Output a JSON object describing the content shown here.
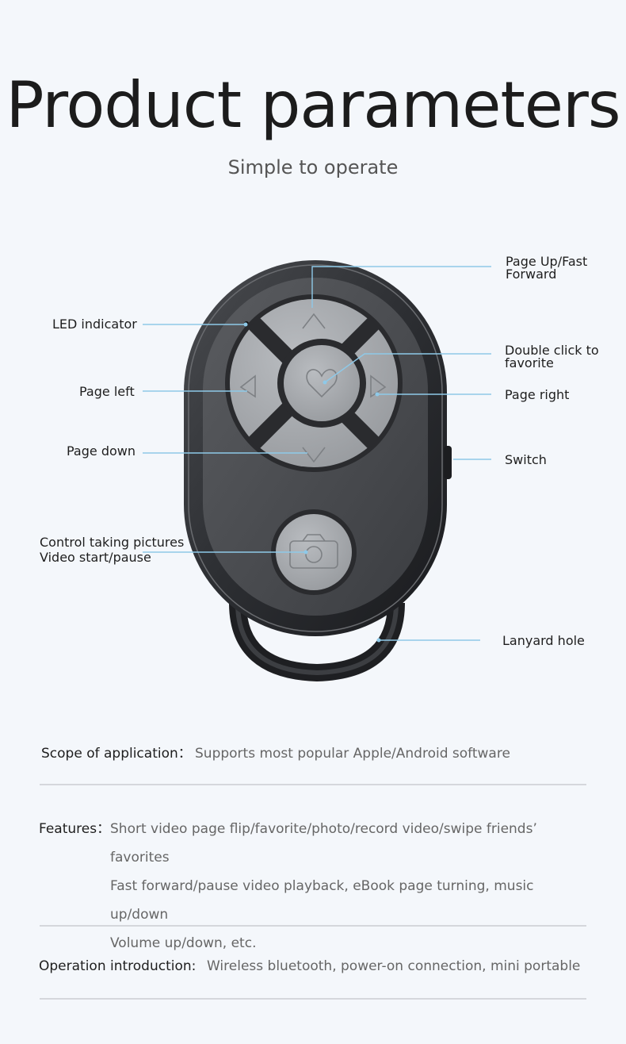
{
  "header": {
    "title": "Product parameters",
    "subtitle": "Simple to operate"
  },
  "callouts": {
    "page_up": [
      "Page Up/Fast",
      "Forward"
    ],
    "led": "LED indicator",
    "double_click": [
      "Double click to",
      "favorite"
    ],
    "page_left": "Page left",
    "page_right": "Page right",
    "page_down": "Page down",
    "switch": "Switch",
    "camera": [
      "Control taking pictures",
      "Video start/pause"
    ],
    "lanyard": "Lanyard hole"
  },
  "specs": {
    "scope": {
      "label": "Scope of application：",
      "value": "Supports most popular Apple/Android software"
    },
    "features": {
      "label": "Features：",
      "lines": [
        "Short video page flip/favorite/photo/record video/swipe friends’ favorites",
        "Fast forward/pause video playback, eBook page turning, music up/down",
        "Volume up/down, etc."
      ]
    },
    "operation": {
      "label": "Operation introduction:",
      "value": "Wireless bluetooth, power-on connection, mini portable"
    }
  },
  "colors": {
    "accent_line": "#8ec9e8",
    "device_body": "#2a2c30",
    "button_grey": "#a3a6aa"
  }
}
